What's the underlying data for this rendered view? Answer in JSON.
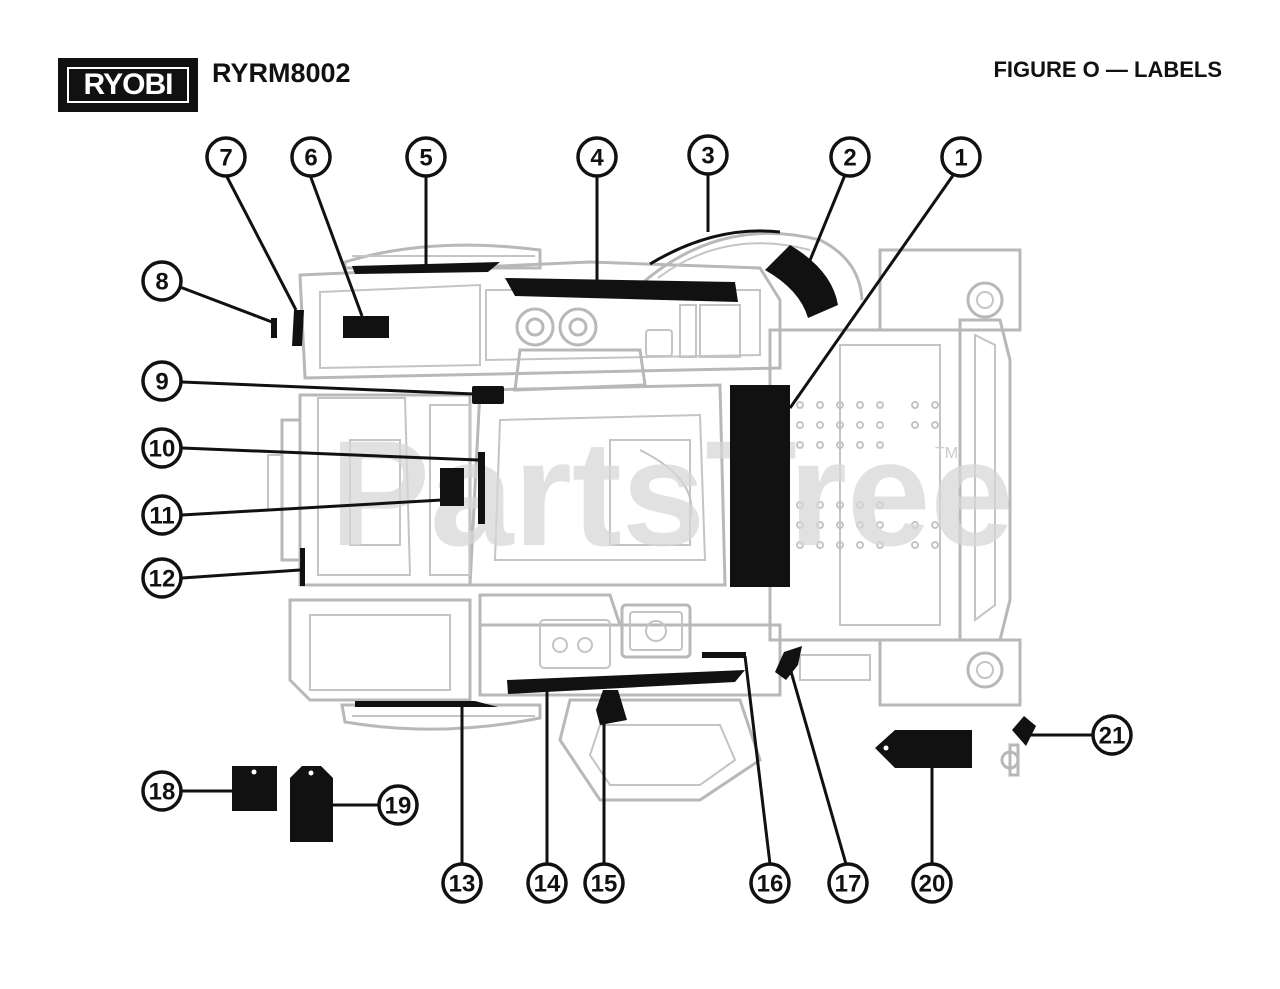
{
  "header": {
    "brand": "RYOBI",
    "model": "RYRM8002",
    "figure_title": "FIGURE O — LABELS"
  },
  "watermark": "PartsTree",
  "trademark": "TM",
  "callouts": [
    "1",
    "2",
    "3",
    "4",
    "5",
    "6",
    "7",
    "8",
    "9",
    "10",
    "11",
    "12",
    "13",
    "14",
    "15",
    "16",
    "17",
    "18",
    "19",
    "20",
    "21"
  ]
}
